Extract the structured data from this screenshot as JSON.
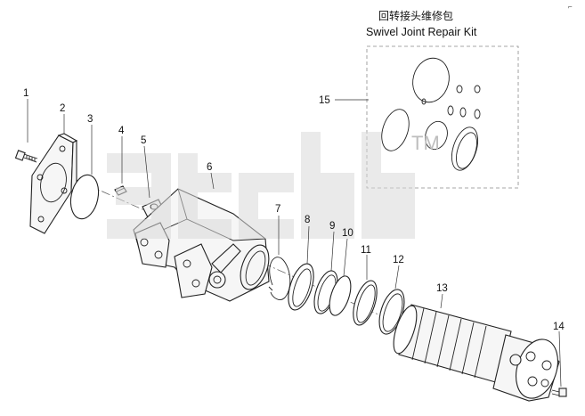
{
  "kit_title": {
    "chinese": "回转接头维修包",
    "english": "Swivel Joint Repair Kit"
  },
  "corner_mark": "⌐",
  "watermark": {
    "mark": "TM"
  },
  "callouts": [
    {
      "id": "1",
      "label": "1"
    },
    {
      "id": "2",
      "label": "2"
    },
    {
      "id": "3",
      "label": "3"
    },
    {
      "id": "4",
      "label": "4"
    },
    {
      "id": "5",
      "label": "5"
    },
    {
      "id": "6",
      "label": "6"
    },
    {
      "id": "7",
      "label": "7"
    },
    {
      "id": "8",
      "label": "8"
    },
    {
      "id": "9",
      "label": "9"
    },
    {
      "id": "10",
      "label": "10"
    },
    {
      "id": "11",
      "label": "11"
    },
    {
      "id": "12",
      "label": "12"
    },
    {
      "id": "13",
      "label": "13"
    },
    {
      "id": "14",
      "label": "14"
    },
    {
      "id": "15",
      "label": "15"
    }
  ]
}
